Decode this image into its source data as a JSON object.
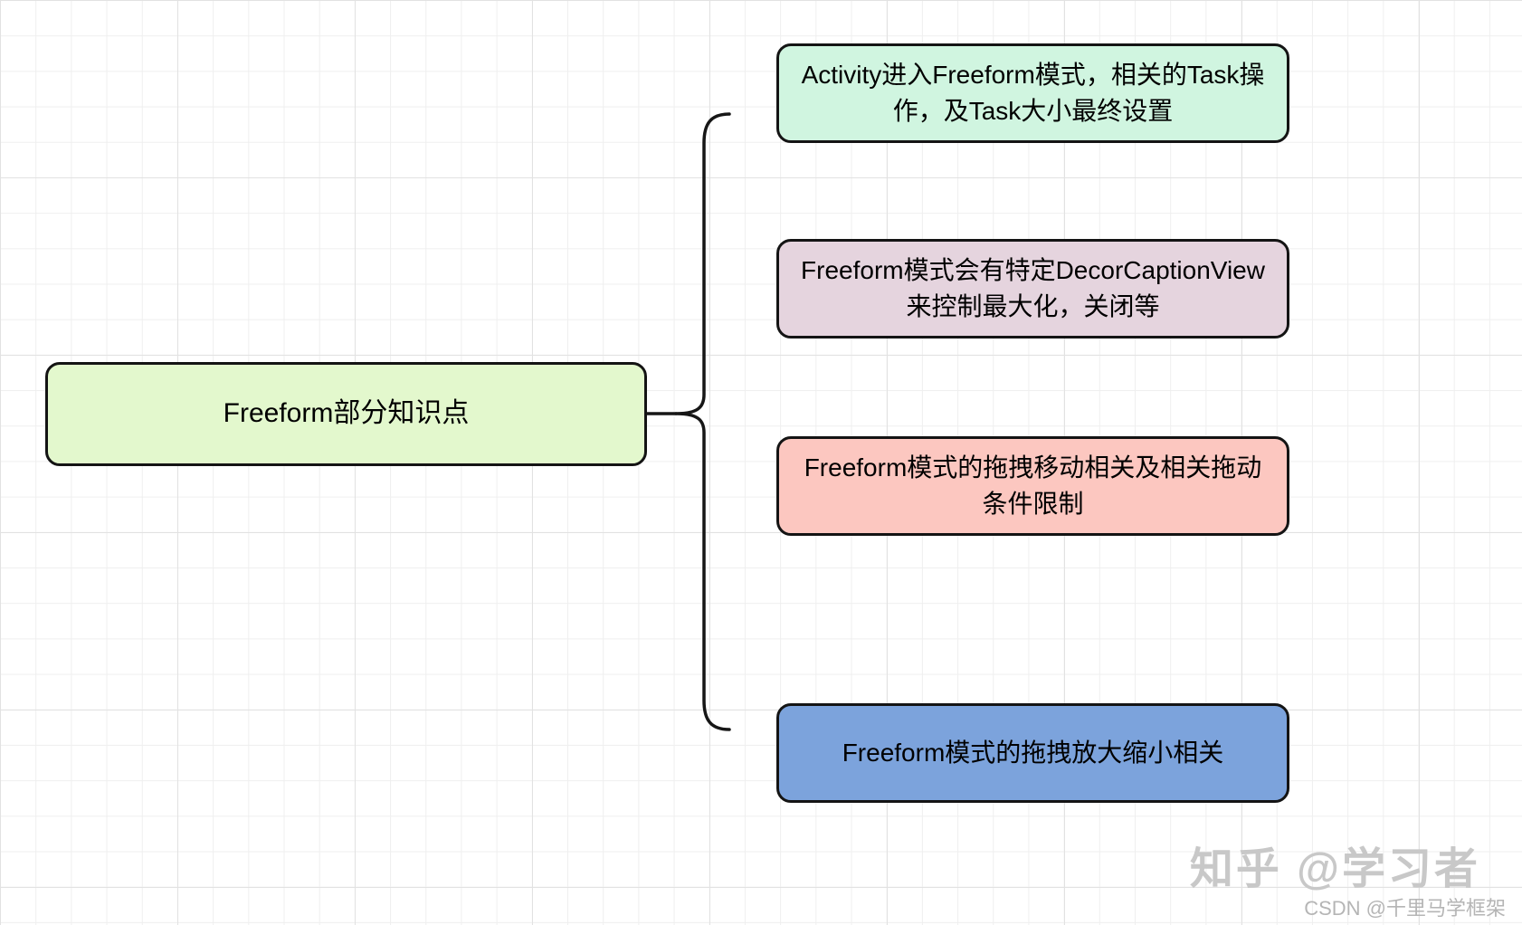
{
  "canvas": {
    "background": "#ffffff",
    "grid_minor_color": "#efefef",
    "grid_major_color": "#e2e2e2"
  },
  "diagram": {
    "root": {
      "label": "Freeform部分知识点",
      "fill": "#e3f8cd"
    },
    "branches": [
      {
        "label": "Activity进入Freeform模式，相关的Task操\n作，及Task大小最终设置",
        "fill": "#d0f5e0"
      },
      {
        "label": "Freeform模式会有特定DecorCaptionView\n来控制最大化，关闭等",
        "fill": "#e5d4de"
      },
      {
        "label": "Freeform模式的拖拽移动相关及相关拖动\n条件限制",
        "fill": "#fcc7c0"
      },
      {
        "label": "Freeform模式的拖拽放大缩小相关",
        "fill": "#7ca3dc"
      }
    ],
    "node_border_color": "#141414",
    "connector_color": "#161616"
  },
  "watermarks": {
    "zhihu": "知乎 @学习者",
    "csdn": "CSDN @千里马学框架"
  }
}
